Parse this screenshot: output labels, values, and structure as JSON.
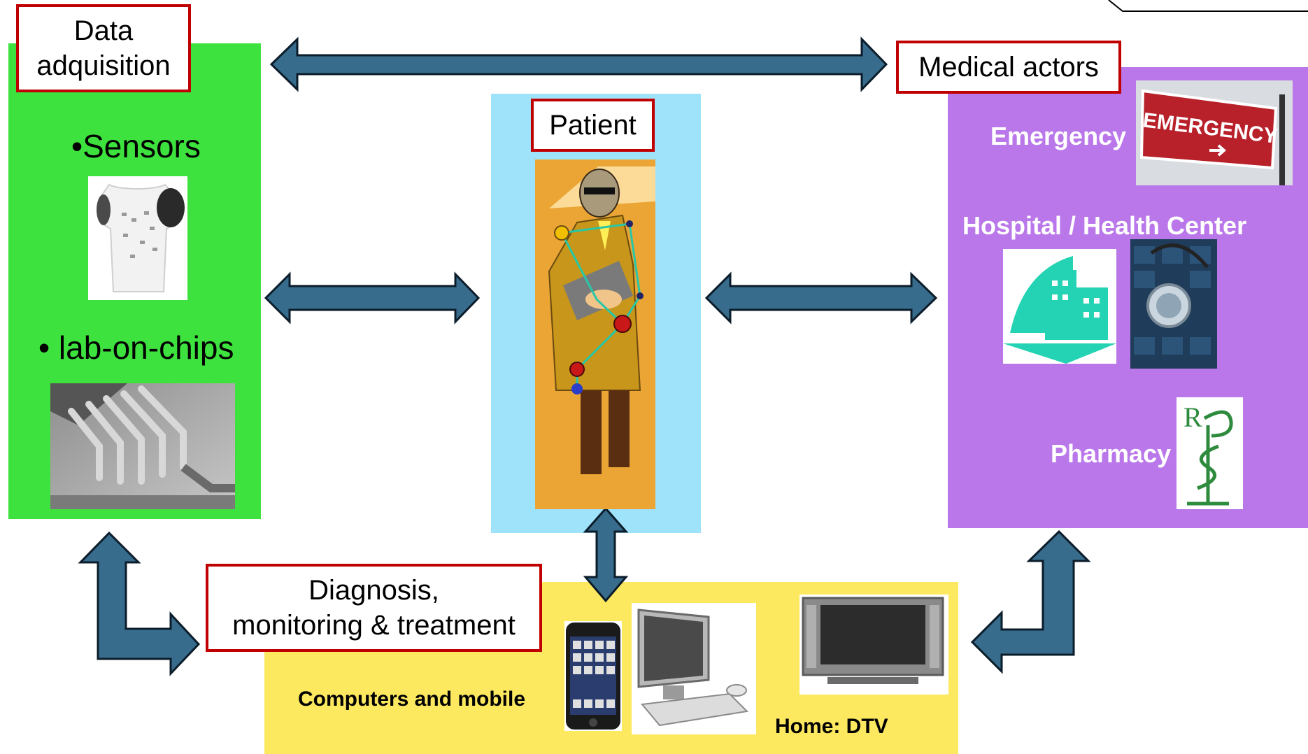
{
  "colors": {
    "data_panel": "#3ee23e",
    "patient_panel": "#9fe3fb",
    "medical_panel": "#b977ea",
    "devices_panel": "#fde960",
    "arrow_fill": "#386c8c",
    "arrow_stroke": "#0b1c2a",
    "label_border": "#c00000"
  },
  "labels": {
    "data_acquisition_line1": "Data",
    "data_acquisition_line2": "adquisition",
    "medical_actors": "Medical actors",
    "patient": "Patient",
    "diagnosis_line1": "Diagnosis,",
    "diagnosis_line2": "monitoring & treatment"
  },
  "data_panel": {
    "sensors": "•Sensors",
    "lab_on_chips": "• lab-on-chips"
  },
  "medical_panel": {
    "emergency": "Emergency",
    "emergency_sign": "EMERGENCY",
    "hospital": "Hospital / Health Center",
    "pharmacy": "Pharmacy"
  },
  "devices_panel": {
    "computers_mobile": "Computers and mobile",
    "home_dtv": "Home: DTV"
  },
  "icons": [
    "sensor-shirt-icon",
    "lab-on-chip-icon",
    "patient-figure-icon",
    "emergency-sign-icon",
    "hospital-building-icon",
    "stethoscope-icon",
    "pharmacy-symbol-icon",
    "smartphone-icon",
    "desktop-computer-icon",
    "television-icon"
  ]
}
